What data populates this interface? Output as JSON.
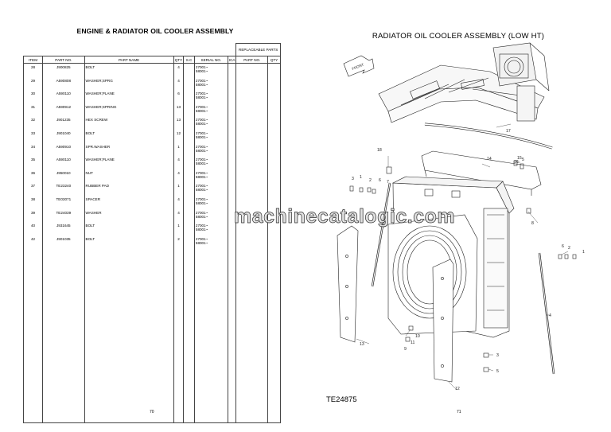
{
  "left_page": {
    "title": "ENGINE & RADIATOR OIL COOLER ASSEMBLY",
    "page_number": "70",
    "headers": {
      "item": "ITEM",
      "part_no": "PART NO.",
      "part_name": "PART NAME",
      "qty": "QTY",
      "sc": "S.C",
      "serial_no": "SERIAL NO.",
      "ica": "ICA",
      "replaceable": "REPLACEABLE PARTS",
      "rep_part_no": "PART NO.",
      "rep_qty": "QTY"
    },
    "rows": [
      {
        "item": "28",
        "part_no": "J900825",
        "name": "BOLT",
        "qty": "4",
        "serial": [
          "27001~",
          "58001~"
        ]
      },
      {
        "item": "29",
        "part_no": "A590808",
        "name": "WASHER;SPRG",
        "qty": "4",
        "serial": [
          "27001~",
          "58001~"
        ]
      },
      {
        "item": "30",
        "part_no": "A590110",
        "name": "WASHER;PLANE",
        "qty": "6",
        "serial": [
          "27001~",
          "58001~"
        ]
      },
      {
        "item": "31",
        "part_no": "A590912",
        "name": "WASHER;SPRING",
        "qty": "13",
        "serial": [
          "27001~",
          "58001~"
        ]
      },
      {
        "item": "32",
        "part_no": "J901235",
        "name": "HEX SCREW",
        "qty": "13",
        "serial": [
          "27001~",
          "58001~"
        ]
      },
      {
        "item": "33",
        "part_no": "J901040",
        "name": "BOLT",
        "qty": "12",
        "serial": [
          "27001~",
          "58001~"
        ]
      },
      {
        "item": "34",
        "part_no": "A590910",
        "name": "SPR.WASHER",
        "qty": "1",
        "serial": [
          "27001~",
          "58001~"
        ]
      },
      {
        "item": "35",
        "part_no": "A590110",
        "name": "WASHER;PLANE",
        "qty": "4",
        "serial": [
          "27001~",
          "58001~"
        ]
      },
      {
        "item": "36",
        "part_no": "J950010",
        "name": "NUT",
        "qty": "4",
        "serial": [
          "27001~",
          "58001~"
        ]
      },
      {
        "item": "37",
        "part_no": "TE23240",
        "name": "RUBBER PAD",
        "qty": "1",
        "serial": [
          "27001~",
          "58001~"
        ]
      },
      {
        "item": "38",
        "part_no": "TE03071",
        "name": "SPACER",
        "qty": "4",
        "serial": [
          "27001~",
          "58001~"
        ]
      },
      {
        "item": "39",
        "part_no": "TE24039",
        "name": "WASHER",
        "qty": "4",
        "serial": [
          "27001~",
          "58001~"
        ]
      },
      {
        "item": "40",
        "part_no": "J931645",
        "name": "BOLT",
        "qty": "1",
        "serial": [
          "27001~",
          "58001~"
        ]
      },
      {
        "item": "42",
        "part_no": "J901035",
        "name": "BOLT",
        "qty": "2",
        "serial": [
          "27001~",
          "58001~"
        ]
      }
    ]
  },
  "right_page": {
    "title": "RADIATOR OIL COOLER ASSEMBLY (LOW HT)",
    "page_number": "71",
    "figure_code": "TE24875",
    "front_label": "FRONT",
    "callouts": [
      "1",
      "2",
      "3",
      "4",
      "5",
      "6",
      "7",
      "8",
      "9",
      "10",
      "11",
      "12",
      "13",
      "14",
      "15",
      "16",
      "17",
      "18",
      "1",
      "2",
      "6",
      "3",
      "5"
    ]
  },
  "watermark": "machinecatalogic.com"
}
